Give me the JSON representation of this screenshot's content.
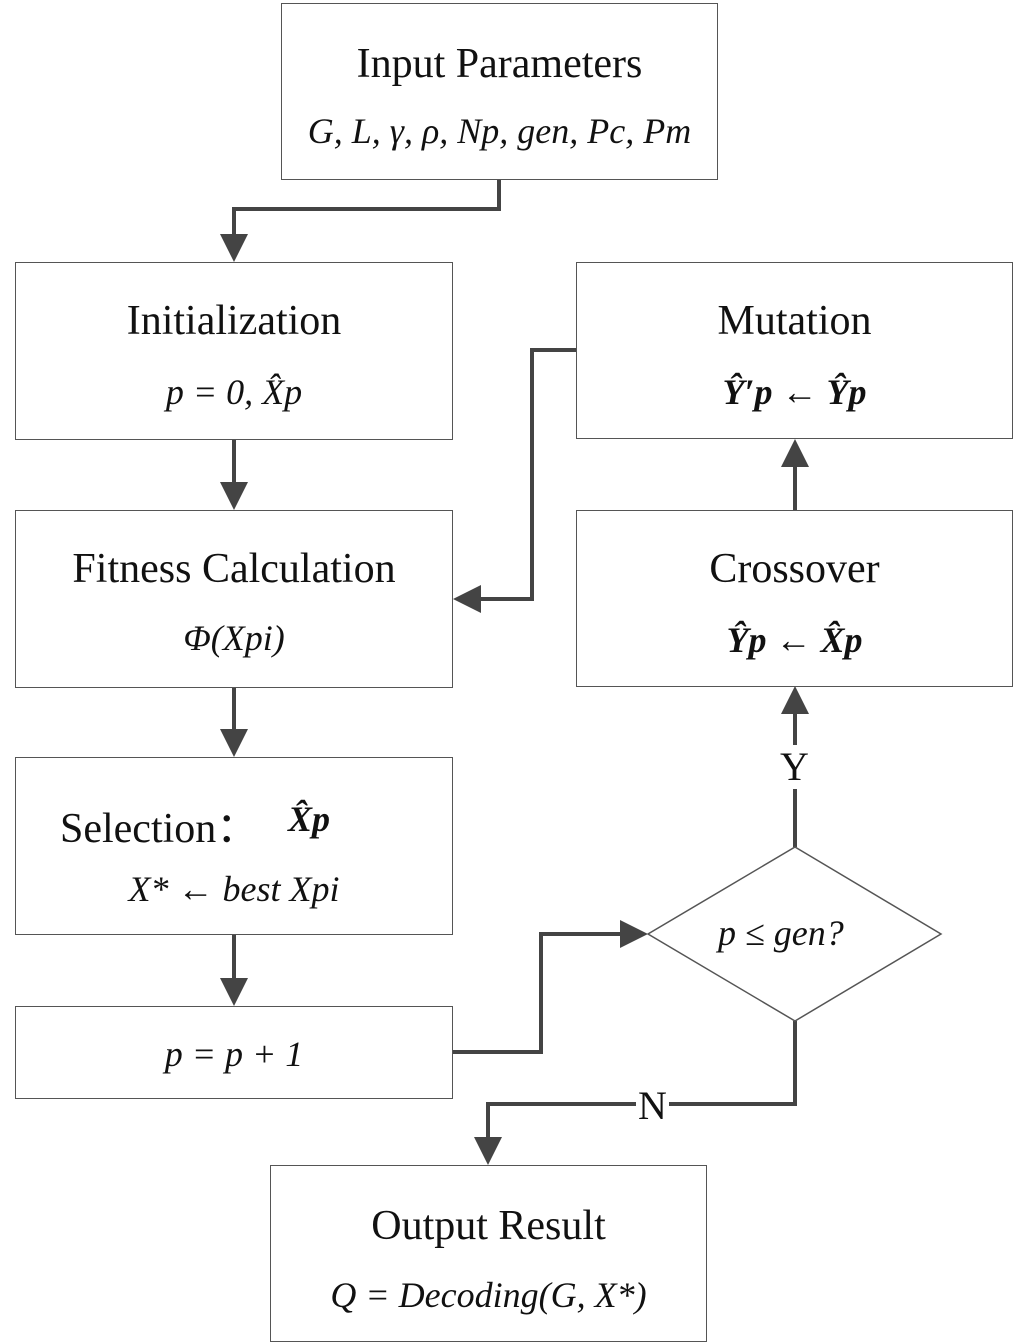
{
  "nodes": {
    "input": {
      "title": "Input Parameters",
      "formula": "G, L, γ, ρ, Np, gen, Pc, Pm"
    },
    "init": {
      "title": "Initialization",
      "formula": "p = 0,  X̂p"
    },
    "fitness": {
      "title": "Fitness Calculation",
      "formula": "Φ(Xpi)"
    },
    "selection": {
      "title": "Selection：",
      "formula_top": "X̂p",
      "formula": "X* ← best  Xpi"
    },
    "increment": {
      "formula": "p = p + 1"
    },
    "decision": {
      "formula": "p ≤ gen?"
    },
    "crossover": {
      "title": "Crossover",
      "formula": "Ŷp ← X̂p"
    },
    "mutation": {
      "title": "Mutation",
      "formula": "Ŷ′p ← Ŷp"
    },
    "output": {
      "title": "Output Result",
      "formula": "Q = Decoding(G, X*)"
    }
  },
  "edge_labels": {
    "yes": "Y",
    "no": "N"
  }
}
